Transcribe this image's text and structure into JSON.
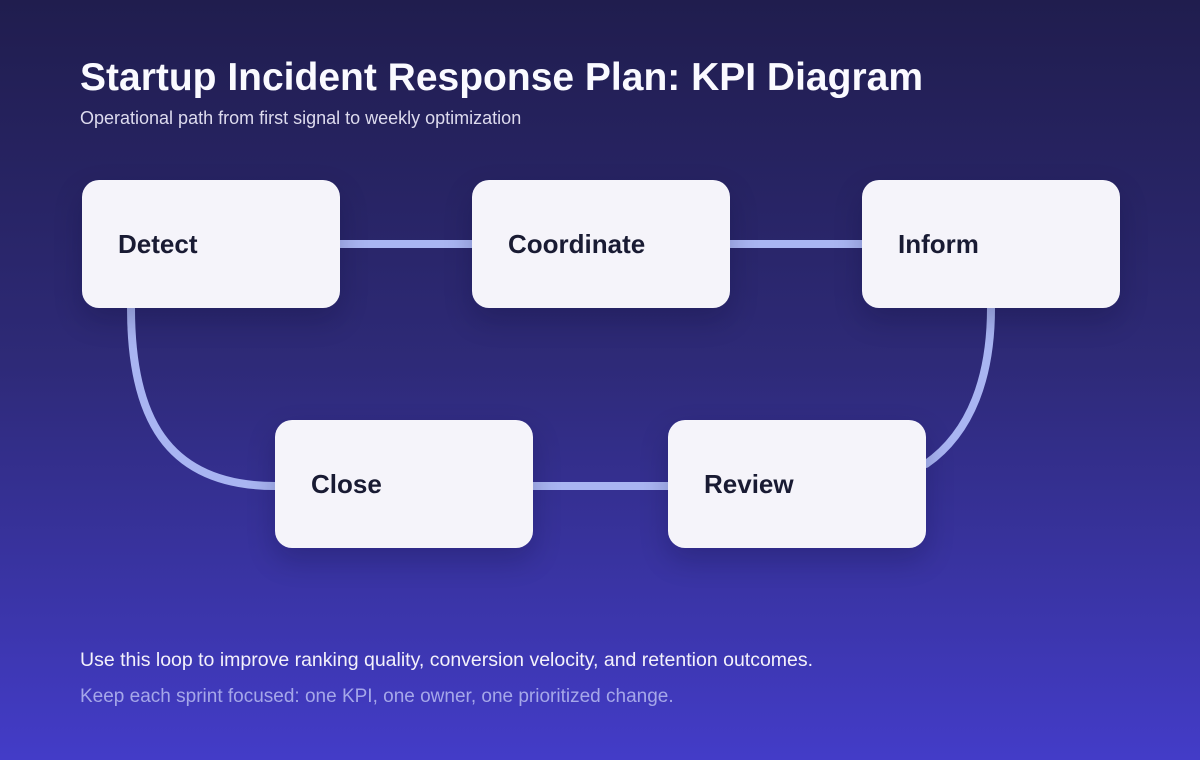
{
  "header": {
    "title": "Startup Incident Response Plan: KPI Diagram",
    "subtitle": "Operational path from first signal to weekly optimization"
  },
  "diagram": {
    "nodes": [
      {
        "id": "detect",
        "label": "Detect"
      },
      {
        "id": "coordinate",
        "label": "Coordinate"
      },
      {
        "id": "inform",
        "label": "Inform"
      },
      {
        "id": "close",
        "label": "Close"
      },
      {
        "id": "review",
        "label": "Review"
      }
    ],
    "connections": [
      {
        "from": "Detect",
        "to": "Coordinate",
        "style": "straight"
      },
      {
        "from": "Coordinate",
        "to": "Inform",
        "style": "straight"
      },
      {
        "from": "Inform",
        "to": "Review",
        "style": "curved"
      },
      {
        "from": "Review",
        "to": "Close",
        "style": "straight"
      },
      {
        "from": "Close",
        "to": "Detect",
        "style": "curved"
      }
    ]
  },
  "footer": {
    "primary": "Use this loop to improve ranking quality, conversion velocity, and retention outcomes.",
    "secondary": "Keep each sprint focused: one KPI, one owner, one prioritized change."
  },
  "colors": {
    "background_top": "#201d4e",
    "background_bottom": "#433cc8",
    "node_fill": "#f5f4fa",
    "node_text": "#191b33",
    "connector": "#a9b5f2",
    "title_text": "#fafaff",
    "subtitle_text": "#dddbee",
    "footer_primary_text": "#f3f1fb",
    "footer_secondary_text": "#a5a7e9"
  }
}
